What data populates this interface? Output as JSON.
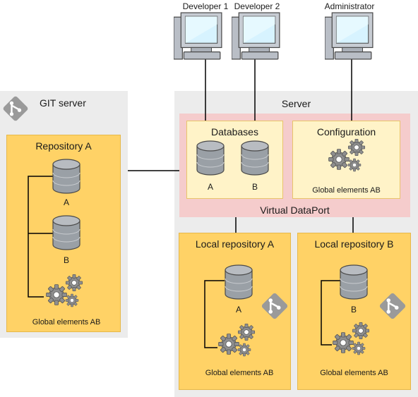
{
  "users": {
    "developer1": "Developer 1",
    "developer2": "Developer 2",
    "administrator": "Administrator"
  },
  "git_server": {
    "title": "GIT server",
    "repository": {
      "title": "Repository A",
      "db1": "A",
      "db2": "B",
      "gears": "Global elements AB"
    }
  },
  "server": {
    "title": "Server",
    "vdp": {
      "title": "Virtual DataPort",
      "databases": {
        "title": "Databases",
        "db1": "A",
        "db2": "B"
      },
      "configuration": {
        "title": "Configuration",
        "gears": "Global elements AB"
      }
    },
    "local_a": {
      "title": "Local repository A",
      "db": "A",
      "gears": "Global elements AB"
    },
    "local_b": {
      "title": "Local repository B",
      "db": "B",
      "gears": "Global elements AB"
    }
  },
  "colors": {
    "server_bg": "#ececec",
    "repo_fill": "#ffd266",
    "vdp_fill": "#f5cccc",
    "panel_fill": "#fff3c8",
    "database": "#9aa0a6",
    "gear": "#8f8f8f",
    "git_logo": "#9a9a9a"
  }
}
